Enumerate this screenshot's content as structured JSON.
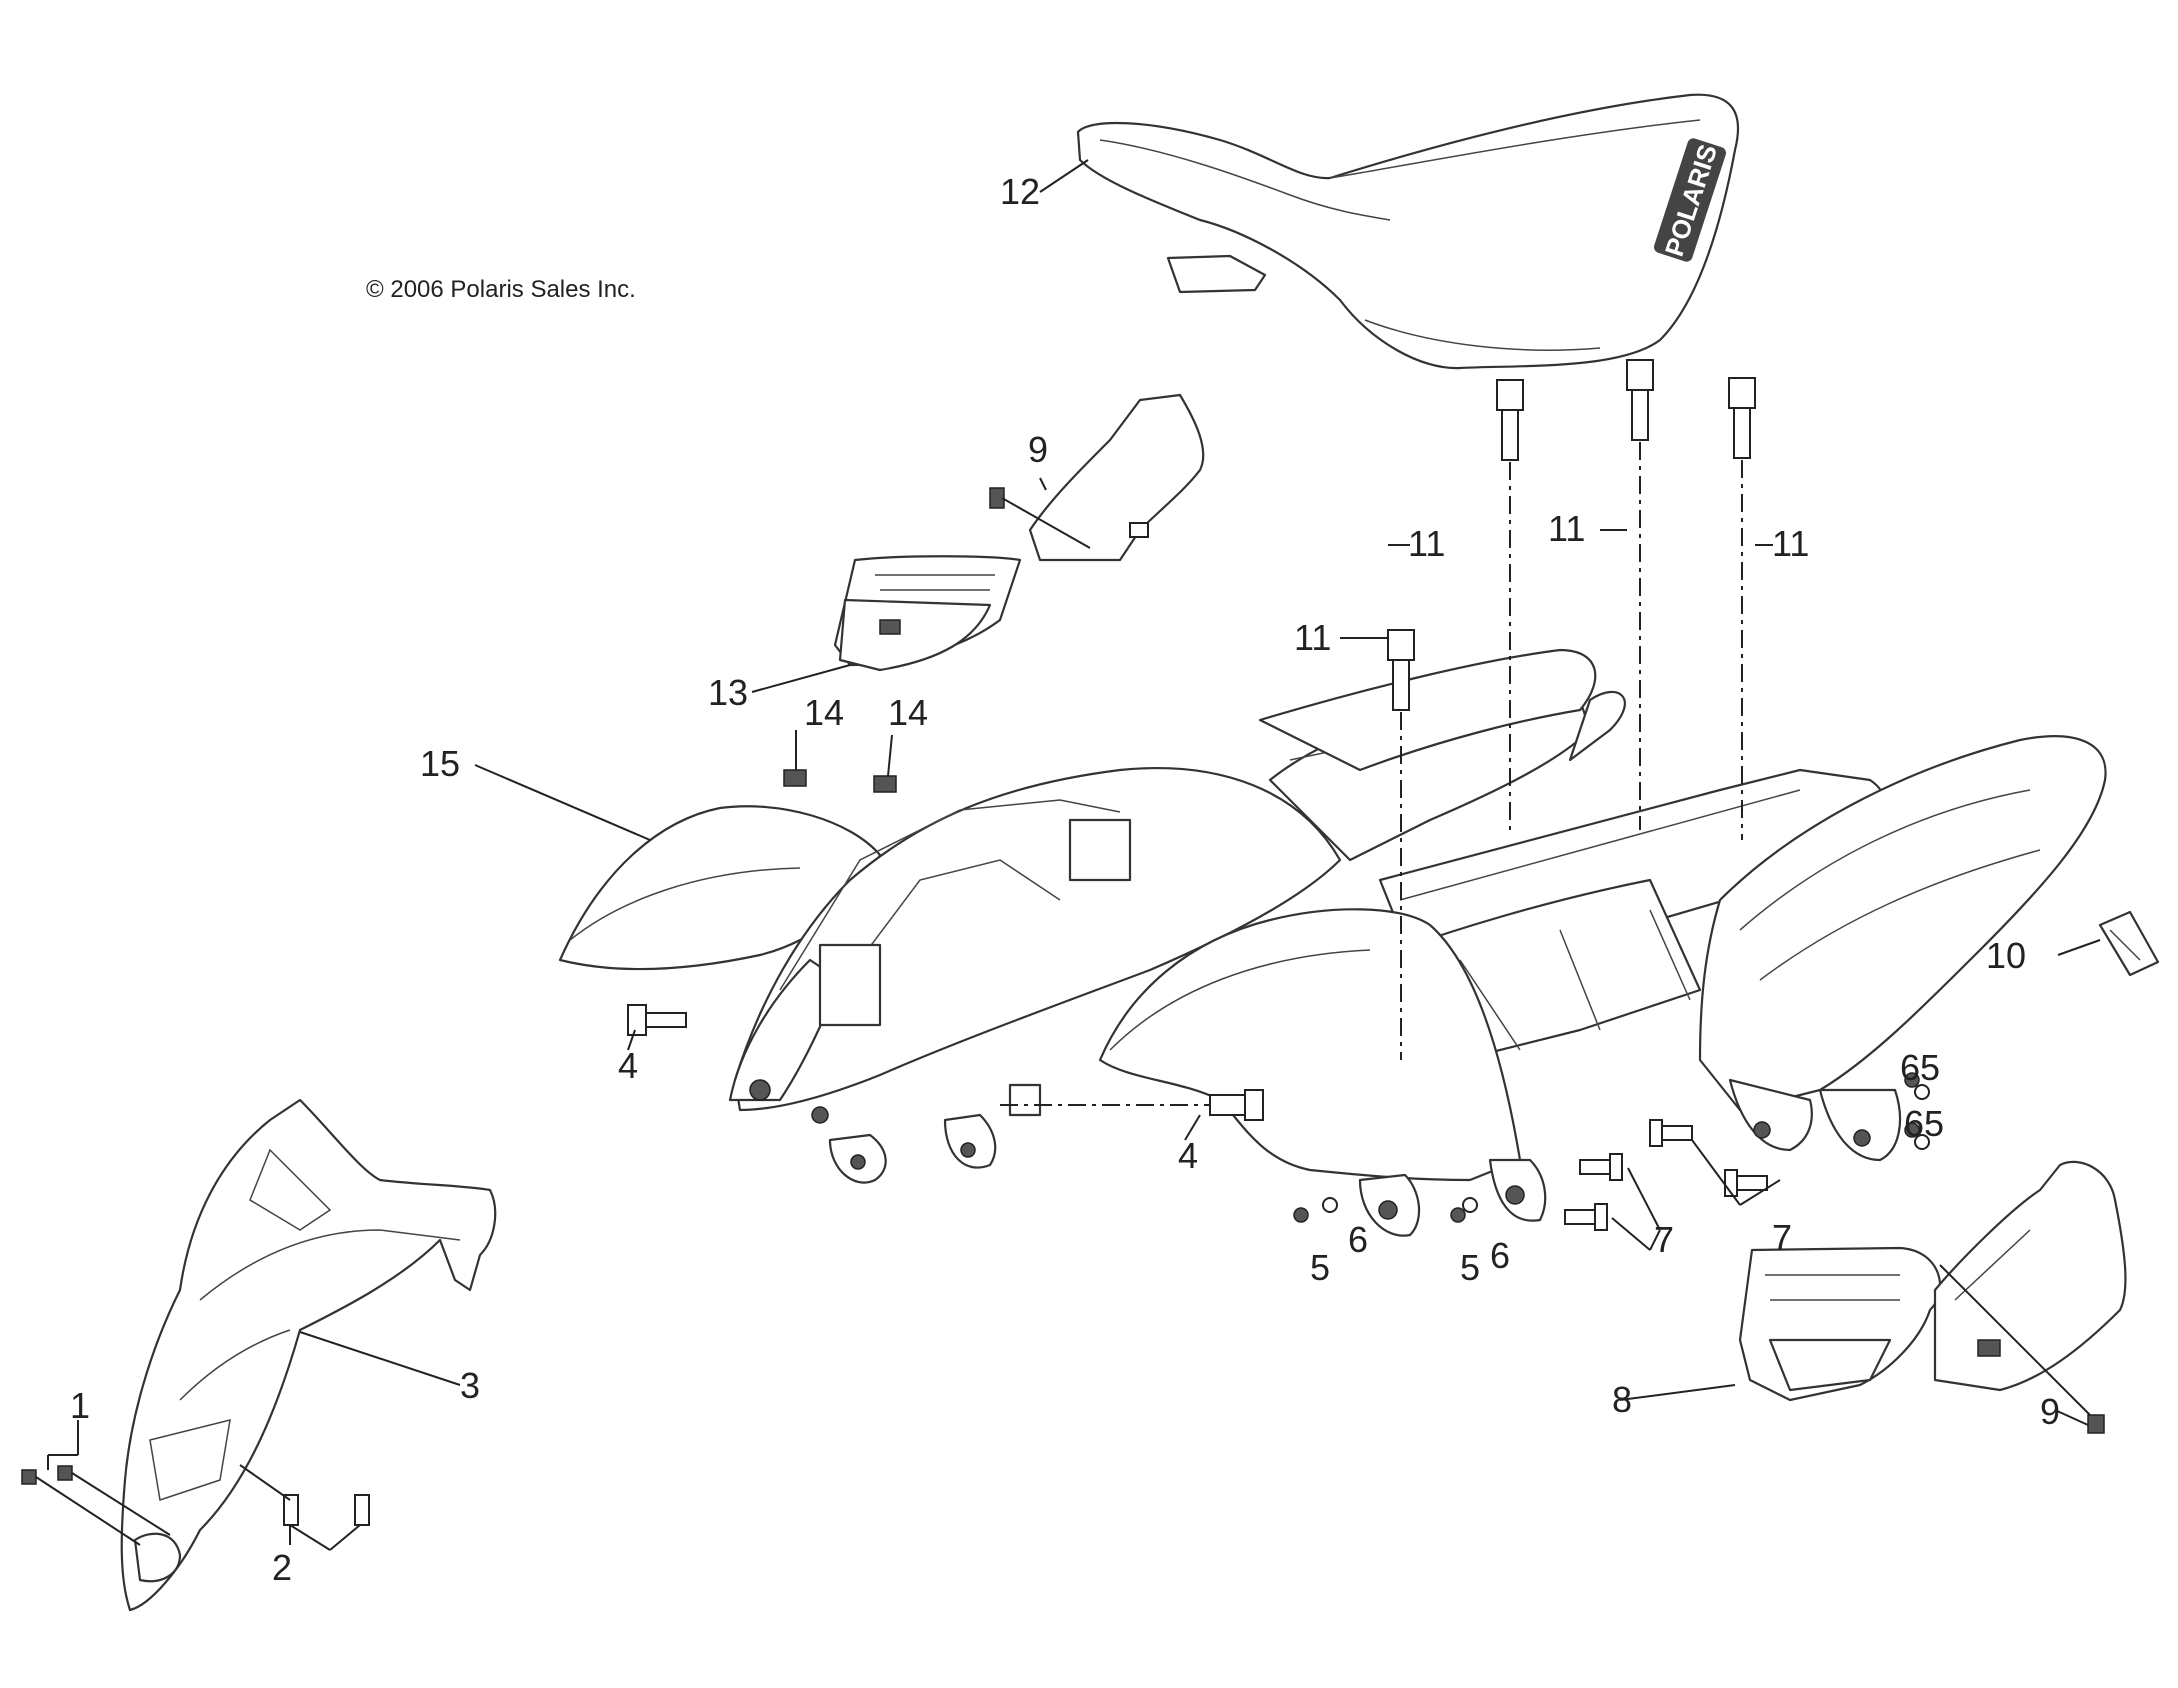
{
  "copyright": "© 2006 Polaris Sales Inc.",
  "seat_brand": "POLARIS",
  "callouts": [
    {
      "id": "c12",
      "label": "12"
    },
    {
      "id": "c9a",
      "label": "9"
    },
    {
      "id": "c11a",
      "label": "11"
    },
    {
      "id": "c11b",
      "label": "11"
    },
    {
      "id": "c11c",
      "label": "11"
    },
    {
      "id": "c11d",
      "label": "11"
    },
    {
      "id": "c13",
      "label": "13"
    },
    {
      "id": "c14a",
      "label": "14"
    },
    {
      "id": "c14b",
      "label": "14"
    },
    {
      "id": "c15",
      "label": "15"
    },
    {
      "id": "c10",
      "label": "10"
    },
    {
      "id": "c4a",
      "label": "4"
    },
    {
      "id": "c4b",
      "label": "4"
    },
    {
      "id": "c65a",
      "label": "65"
    },
    {
      "id": "c65b",
      "label": "65"
    },
    {
      "id": "c5a",
      "label": "5"
    },
    {
      "id": "c6a",
      "label": "6"
    },
    {
      "id": "c5b",
      "label": "5"
    },
    {
      "id": "c6b",
      "label": "6"
    },
    {
      "id": "c7a",
      "label": "7"
    },
    {
      "id": "c7b",
      "label": "7"
    },
    {
      "id": "c3",
      "label": "3"
    },
    {
      "id": "c1",
      "label": "1"
    },
    {
      "id": "c2",
      "label": "2"
    },
    {
      "id": "c8",
      "label": "8"
    },
    {
      "id": "c9b",
      "label": "9"
    }
  ]
}
